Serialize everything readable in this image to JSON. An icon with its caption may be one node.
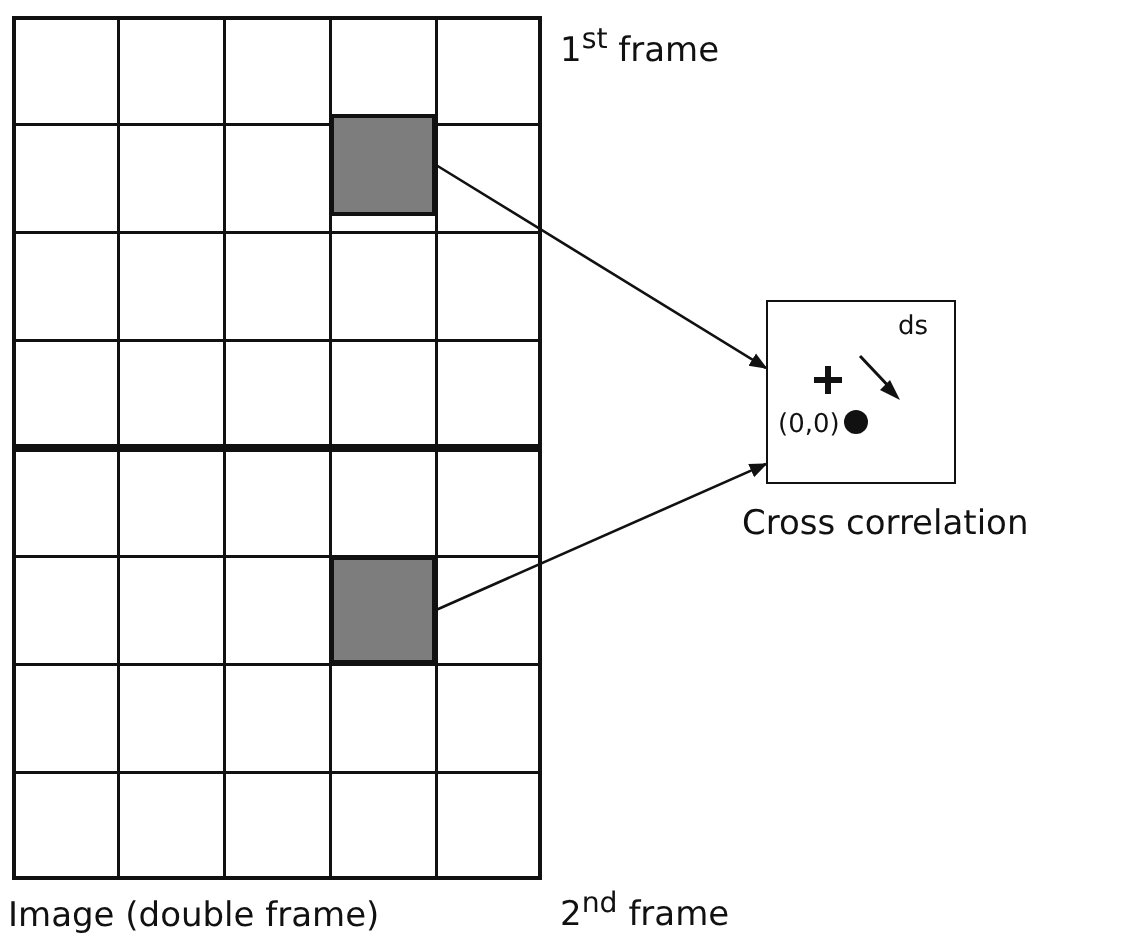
{
  "diagram": {
    "nodes": [
      {
        "text": [
          "Image (double frame)"
        ]
      },
      {
        "text": [
          "1$^{st}$ frame"
        ],
        "in": 0
      },
      {
        "text": [],
        "shape": "box",
        "in": 1
      },
      {
        "text": [
          "2$^{nd}$ frame"
        ],
        "in": 0
      },
      {
        "text": [],
        "shape": "box",
        "in": 3
      },
      {
        "text": [
          "Cross correlation"
        ]
      }
    ],
    "edges": [
      {
        "from": 2,
        "to": 5,
        "arrow": "to"
      },
      {
        "from": 4,
        "to": 5,
        "arrow": "to"
      }
    ],
    "labels": [
      "ds",
      "(0,0)"
    ]
  }
}
